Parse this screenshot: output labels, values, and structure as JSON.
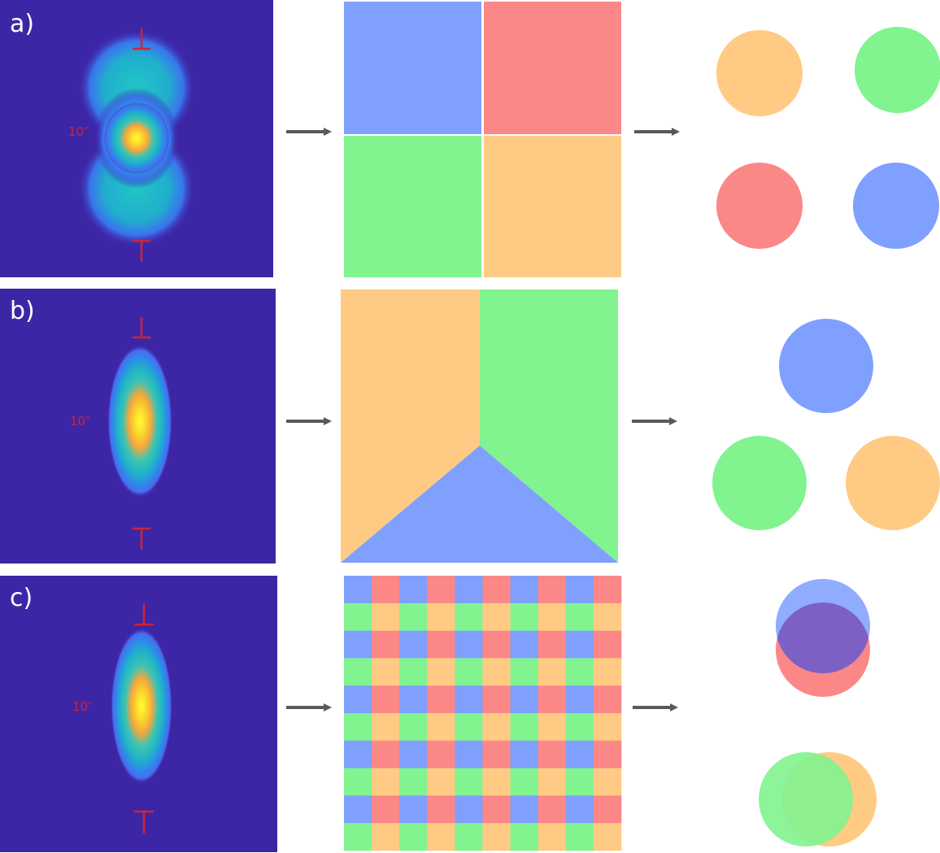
{
  "rows": [
    {
      "label": "a)",
      "scale": "10″"
    },
    {
      "label": "b)",
      "scale": "10″"
    },
    {
      "label": "c)",
      "scale": "10″"
    }
  ],
  "colors": {
    "background": "#3d26a6",
    "blue": "#7fa0ff",
    "red": "#fb8787",
    "green": "#81f38f",
    "orange": "#ffca84",
    "arrow": "#595959",
    "scale_bar": "#d32233"
  }
}
